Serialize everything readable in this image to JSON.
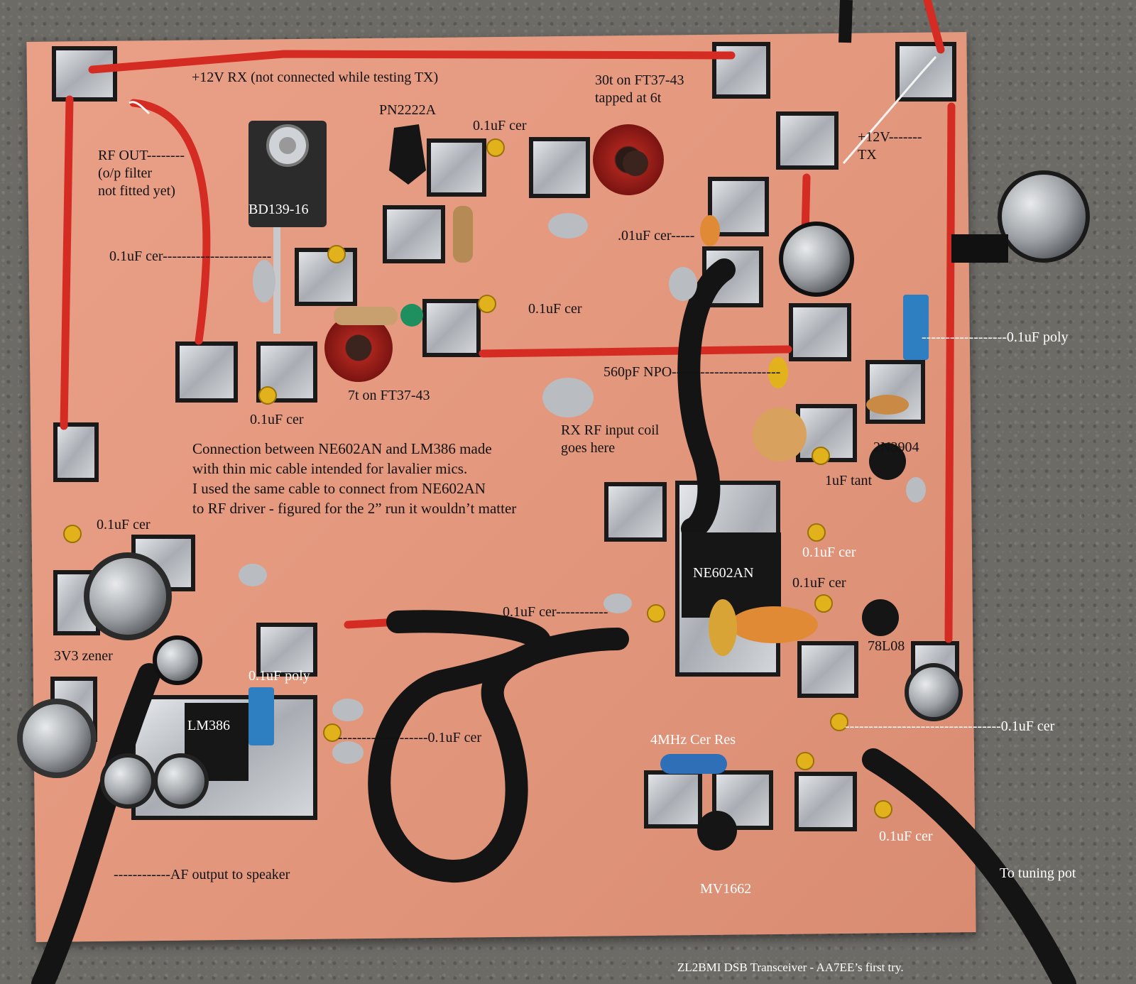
{
  "labels": {
    "rx12v": "+12V RX (not connected while testing TX)",
    "coil30": "30t on FT37-43\ntapped at 6t",
    "pn2222": "PN2222A",
    "c_top": "0.1uF cer",
    "tx12v": "+12V-------\nTX",
    "rfout": "RF OUT--------\n(o/p filter\nnot fitted yet)",
    "bd139": "BD139-16",
    "c_left_mid": "0.1uF cer-----------------------",
    "c01": ".01uF cer-----",
    "c_mid": "0.1uF cer",
    "poly_right": "------------------0.1uF poly",
    "npo": "560pF NPO-----------------------",
    "coil7": "7t on FT37-43",
    "c_bottom_left": "0.1uF cer",
    "rx_coil": "RX RF input coil\ngoes here",
    "q2n3904": "2N3904",
    "note": "Connection between NE602AN and LM386 made\nwith thin mic cable intended for lavalier mics.\nI used the same cable to connect from NE602AN\nto RF driver - figured for the 2” run it wouldn’t matter",
    "tant": "1uF tant",
    "c_af": "0.1uF cer",
    "ne602_c1": "0.1uF cer",
    "ne602": "NE602AN",
    "ne602_c2": "0.1uF cer",
    "ne602_c3": "0.1uF cer-----------",
    "zener": "3V3 zener",
    "l7808": "78L08",
    "af_poly": "0.1uF poly",
    "lm386": "LM386",
    "lm386_c": "-------------------0.1uF cer",
    "c_right_bottom": "---------------------------------0.1uF cer",
    "res4mhz": "4MHz Cer Res",
    "c_vco": "0.1uF cer",
    "af_out": "------------AF output to speaker",
    "tuning": "To tuning pot",
    "mv1662": "MV1662",
    "caption": "ZL2BMI DSB Transceiver - AA7EE’s first try."
  },
  "colors": {
    "copper": "#e59a80",
    "wire_red": "#d42b22",
    "cable_black": "#141414",
    "pad_silver": "#c9ccd1",
    "cap_yellow": "#e2b21c",
    "label_dark": "#111111",
    "label_light": "#ffffff"
  }
}
